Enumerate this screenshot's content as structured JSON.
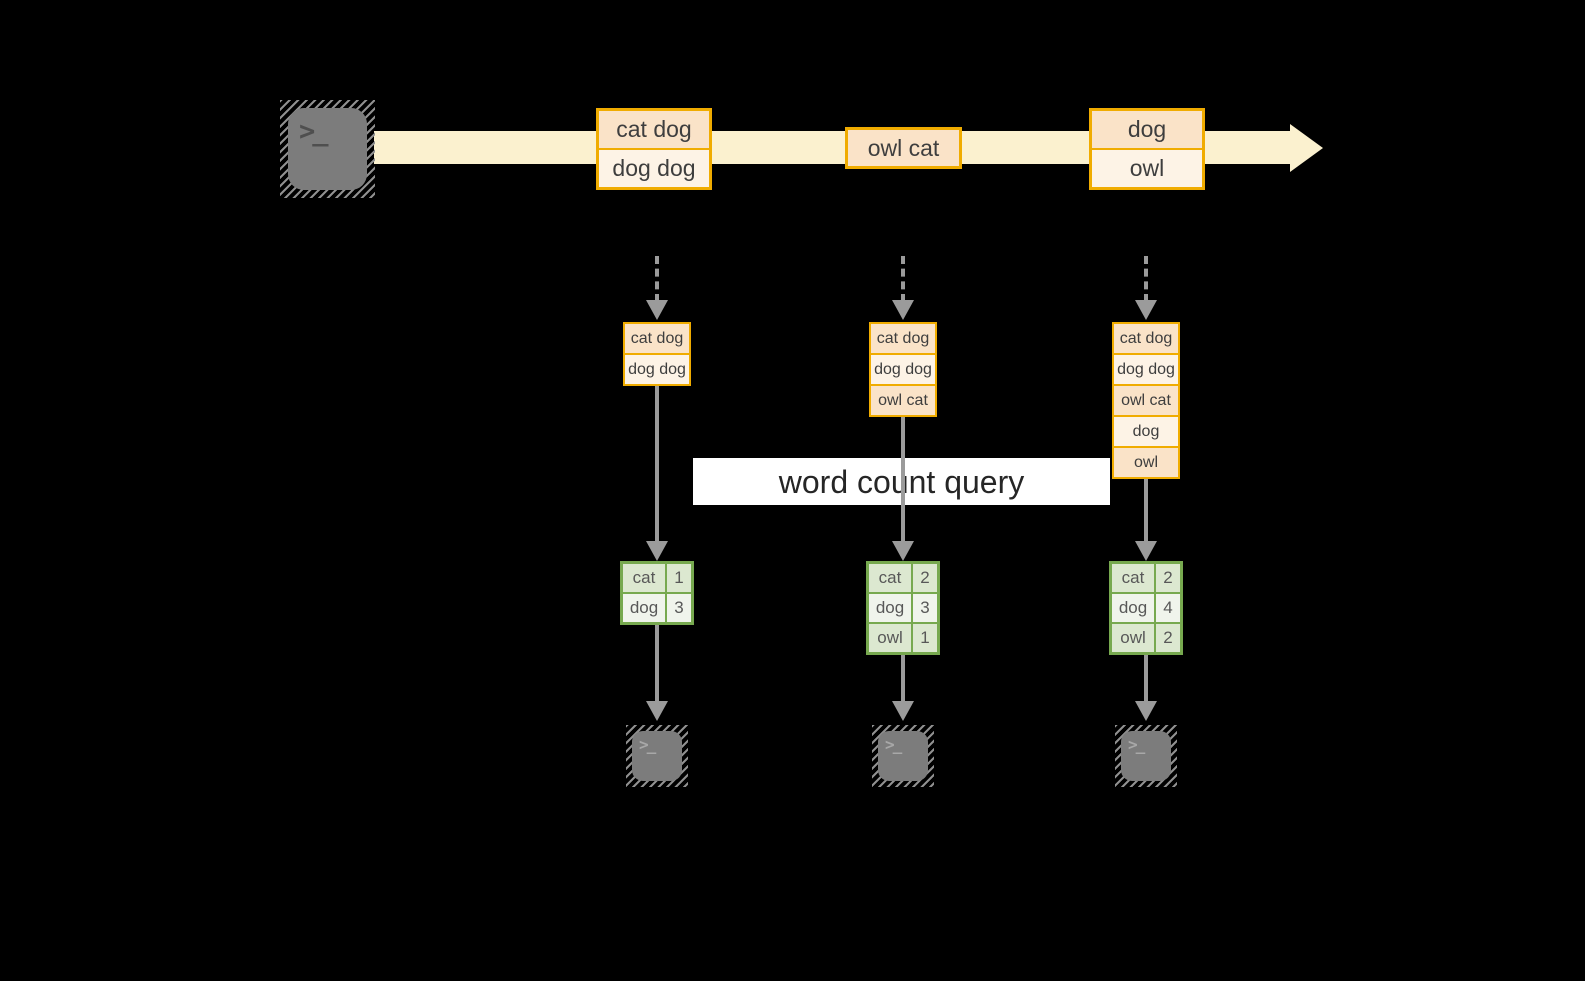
{
  "diagram": {
    "query_label": "word count query",
    "prompt": ">_"
  },
  "colors": {
    "accent_orange": "#F0AC00",
    "fill_peach": "#FAE3C8",
    "fill_cream": "#FDF3E6",
    "band_cream": "#FBF1CF",
    "accent_green": "#77A94F",
    "fill_green_light": "#DCE8D0",
    "fill_green_pale": "#F0F4EC",
    "arrow_gray": "#9B9B9B",
    "terminal_gray": "#7C7C7C"
  },
  "band": {
    "messages": [
      {
        "lines": [
          "cat dog",
          "dog dog"
        ]
      },
      {
        "lines": [
          "owl cat"
        ]
      },
      {
        "lines": [
          "dog",
          "owl"
        ]
      }
    ]
  },
  "columns": [
    {
      "buffer": [
        "cat dog",
        "dog dog"
      ],
      "counts": [
        [
          "cat",
          "1"
        ],
        [
          "dog",
          "3"
        ]
      ]
    },
    {
      "buffer": [
        "cat dog",
        "dog dog",
        "owl cat"
      ],
      "counts": [
        [
          "cat",
          "2"
        ],
        [
          "dog",
          "3"
        ],
        [
          "owl",
          "1"
        ]
      ]
    },
    {
      "buffer": [
        "cat dog",
        "dog dog",
        "owl cat",
        "dog",
        "owl"
      ],
      "counts": [
        [
          "cat",
          "2"
        ],
        [
          "dog",
          "4"
        ],
        [
          "owl",
          "2"
        ]
      ]
    }
  ]
}
